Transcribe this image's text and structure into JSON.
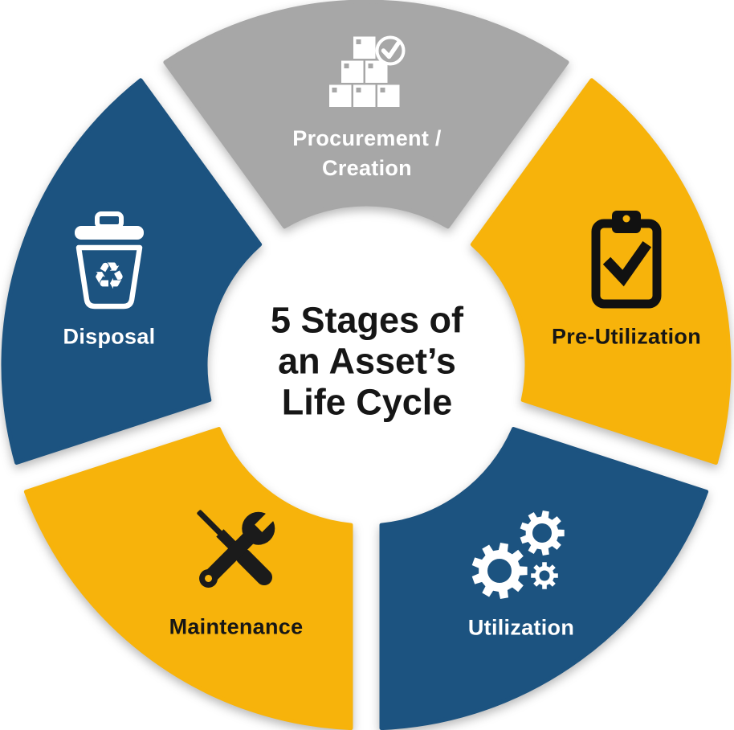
{
  "title": {
    "line1": "5 Stages of",
    "line2": "an Asset’s",
    "line3": "Life Cycle"
  },
  "colors": {
    "blue": "#1C5380",
    "yellow": "#F7B30B",
    "gray": "#A7A7A7",
    "white": "#FFFFFF",
    "dark_text": "#161616"
  },
  "segments": [
    {
      "id": "procurement-creation",
      "label_line1": "Procurement /",
      "label_line2": "Creation",
      "color_key": "gray",
      "text_color": "#FFFFFF",
      "icon": "boxes-check-icon",
      "angles": [
        54,
        126
      ]
    },
    {
      "id": "pre-utilization",
      "label": "Pre-Utilization",
      "color_key": "yellow",
      "text_color": "#161616",
      "icon": "clipboard-check-icon",
      "angles": [
        342,
        414
      ]
    },
    {
      "id": "utilization",
      "label": "Utilization",
      "color_key": "blue",
      "text_color": "#FFFFFF",
      "icon": "gears-icon",
      "angles": [
        270,
        342
      ]
    },
    {
      "id": "maintenance",
      "label": "Maintenance",
      "color_key": "yellow",
      "text_color": "#161616",
      "icon": "tools-icon",
      "angles": [
        198,
        270
      ]
    },
    {
      "id": "disposal",
      "label": "Disposal",
      "color_key": "blue",
      "text_color": "#FFFFFF",
      "icon": "trash-recycle-icon",
      "angles": [
        126,
        198
      ]
    }
  ]
}
